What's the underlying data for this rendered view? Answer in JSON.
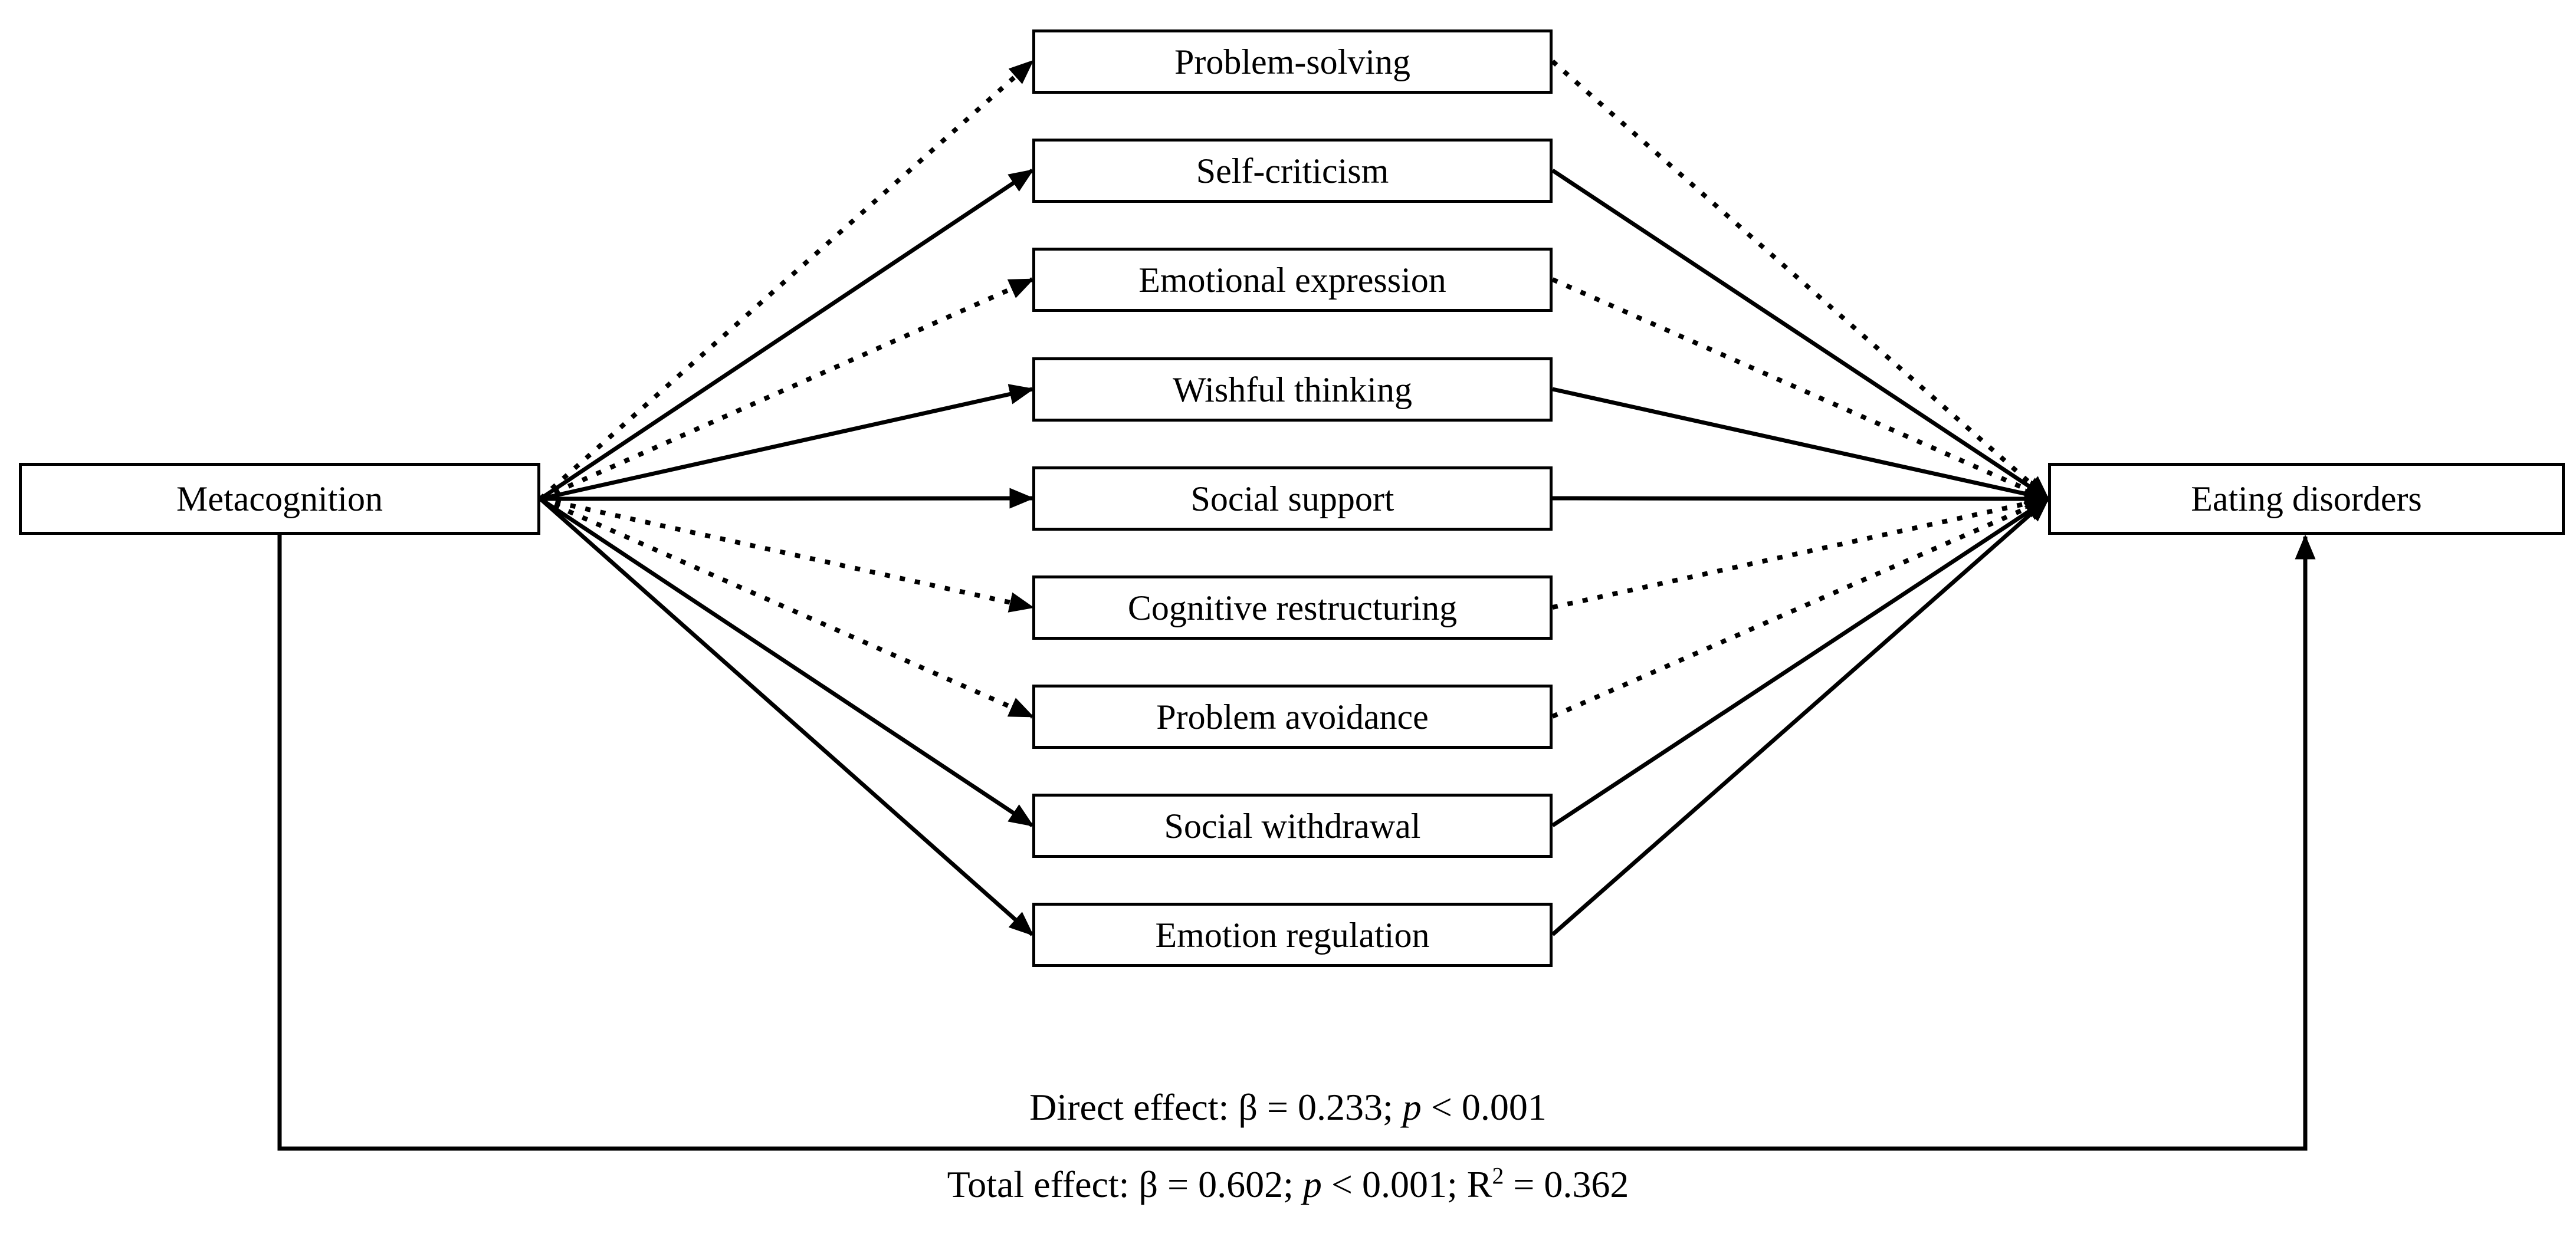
{
  "diagram": {
    "type": "mediation-model",
    "colors": {
      "ink": "#000000",
      "background": "#ffffff"
    },
    "line_styles": {
      "solid": "solid path",
      "dotted": "dotted path"
    },
    "predictor": {
      "label": "Metacognition"
    },
    "outcome": {
      "label": "Eating disorders"
    },
    "mediators": [
      {
        "label": "Problem-solving",
        "path_from_predictor": "dotted",
        "path_to_outcome": "dotted"
      },
      {
        "label": "Self-criticism",
        "path_from_predictor": "solid",
        "path_to_outcome": "solid"
      },
      {
        "label": "Emotional expression",
        "path_from_predictor": "dotted",
        "path_to_outcome": "dotted"
      },
      {
        "label": "Wishful thinking",
        "path_from_predictor": "solid",
        "path_to_outcome": "solid"
      },
      {
        "label": "Social support",
        "path_from_predictor": "solid",
        "path_to_outcome": "solid"
      },
      {
        "label": "Cognitive restructuring",
        "path_from_predictor": "dotted",
        "path_to_outcome": "dotted"
      },
      {
        "label": "Problem avoidance",
        "path_from_predictor": "dotted",
        "path_to_outcome": "dotted"
      },
      {
        "label": "Social withdrawal",
        "path_from_predictor": "solid",
        "path_to_outcome": "solid"
      },
      {
        "label": "Emotion regulation",
        "path_from_predictor": "solid",
        "path_to_outcome": "solid"
      }
    ],
    "direct_effect": {
      "beta": "0.233",
      "p": "< 0.001",
      "parts": {
        "prefix": "Direct effect: β = 0.233; ",
        "p_symbol": "p",
        "suffix": " < 0.001"
      }
    },
    "total_effect": {
      "beta": "0.602",
      "p": "< 0.001",
      "r_squared": "0.362",
      "parts": {
        "prefix": "Total effect: β = 0.602; ",
        "p_symbol": "p",
        "mid": " < 0.001; R",
        "sup": "2",
        "suffix": " = 0.362"
      }
    }
  }
}
